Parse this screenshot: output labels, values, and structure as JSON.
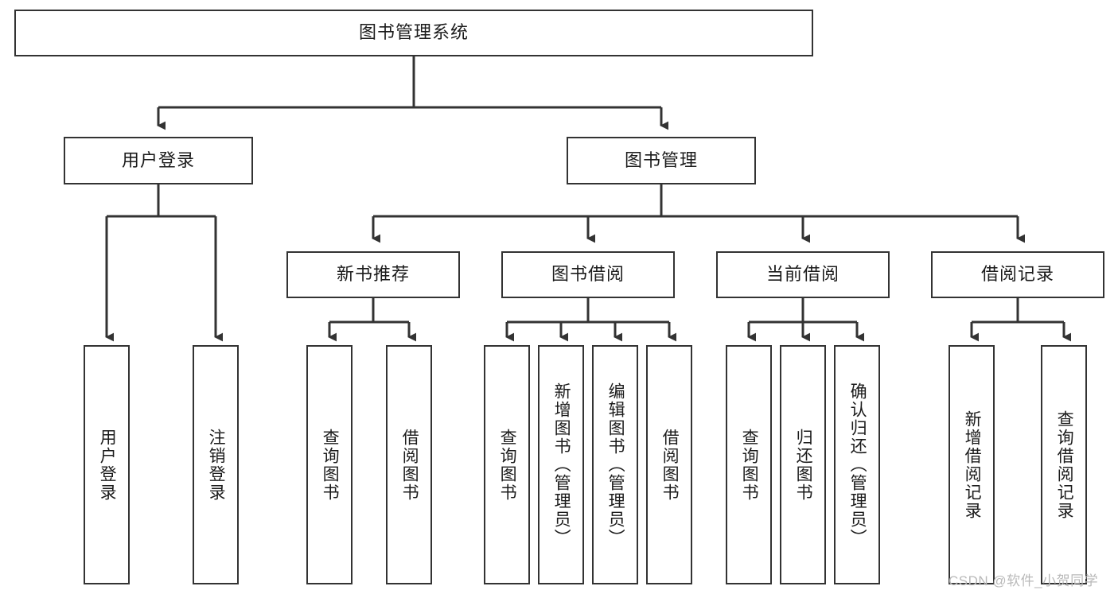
{
  "diagram": {
    "type": "tree-hierarchy",
    "title": "图书管理系统",
    "orientation": "top-down",
    "colors": {
      "background": "#ffffff",
      "node_fill": "#ffffff",
      "node_border": "#333333",
      "edge": "#333333",
      "text": "#1b1b1b",
      "watermark": "#b9b9b9"
    },
    "root": {
      "id": "root",
      "label": "图书管理系统",
      "level": 1
    },
    "level2": [
      {
        "id": "user-login",
        "label": "用户登录",
        "level": 2
      },
      {
        "id": "book-management",
        "label": "图书管理",
        "level": 2
      }
    ],
    "level3": [
      {
        "id": "new-book-recommend",
        "label": "新书推荐",
        "level": 3,
        "parent": "book-management"
      },
      {
        "id": "book-borrow",
        "label": "图书借阅",
        "level": 3,
        "parent": "book-management"
      },
      {
        "id": "current-borrow",
        "label": "当前借阅",
        "level": 3,
        "parent": "book-management"
      },
      {
        "id": "borrow-record",
        "label": "借阅记录",
        "level": 3,
        "parent": "book-management"
      }
    ],
    "leaves": [
      {
        "id": "leaf-user-login",
        "label": "用户登录",
        "parent": "user-login"
      },
      {
        "id": "leaf-logout-login",
        "label": "注销登录",
        "parent": "user-login"
      },
      {
        "id": "leaf-query-book-1",
        "label": "查询图书",
        "parent": "new-book-recommend"
      },
      {
        "id": "leaf-borrow-book-1",
        "label": "借阅图书",
        "parent": "new-book-recommend"
      },
      {
        "id": "leaf-query-book-2",
        "label": "查询图书",
        "parent": "book-borrow"
      },
      {
        "id": "leaf-add-book",
        "label": "新增图书（管理员）",
        "parent": "book-borrow"
      },
      {
        "id": "leaf-edit-book",
        "label": "编辑图书（管理员）",
        "parent": "book-borrow"
      },
      {
        "id": "leaf-borrow-book-2",
        "label": "借阅图书",
        "parent": "book-borrow"
      },
      {
        "id": "leaf-query-book-3",
        "label": "查询图书",
        "parent": "current-borrow"
      },
      {
        "id": "leaf-return-book",
        "label": "归还图书",
        "parent": "current-borrow"
      },
      {
        "id": "leaf-confirm-return",
        "label": "确认归还（管理员）",
        "parent": "current-borrow"
      },
      {
        "id": "leaf-add-record",
        "label": "新增借阅记录",
        "parent": "borrow-record"
      },
      {
        "id": "leaf-query-record",
        "label": "查询借阅记录",
        "parent": "borrow-record"
      }
    ]
  },
  "watermark": {
    "text": "CSDN @软件_小贺同学"
  }
}
